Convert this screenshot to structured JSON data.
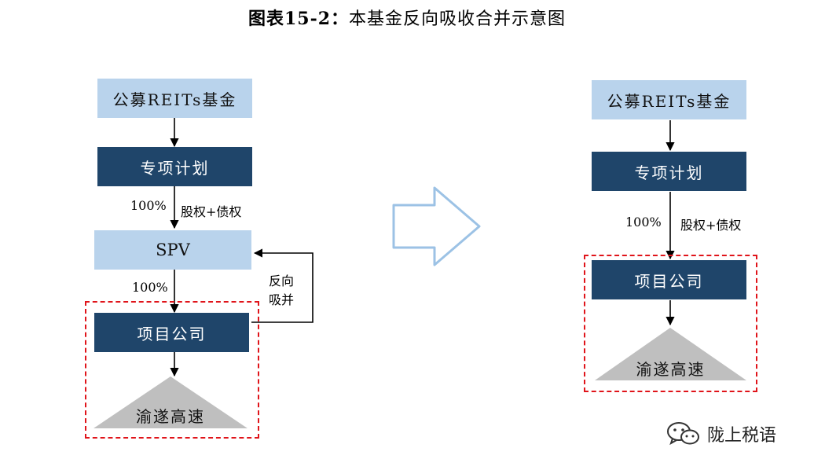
{
  "title": {
    "prefix": "图表15-2：",
    "text": "本基金反向吸收合并示意图"
  },
  "left": {
    "fund": "公募REITs基金",
    "plan": "专项计划",
    "pct1": "100%",
    "equity_debt": "股权+债权",
    "spv": "SPV",
    "pct2": "100%",
    "project": "项目公司",
    "asset": "渝遂高速",
    "reverse_line1": "反向",
    "reverse_line2": "吸并"
  },
  "right": {
    "fund": "公募REITs基金",
    "plan": "专项计划",
    "pct1": "100%",
    "equity_debt": "股权+债权",
    "project": "项目公司",
    "asset": "渝遂高速"
  },
  "watermark": {
    "text": "陇上税语",
    "icon": "wechat-icon"
  },
  "colors": {
    "light_box": "#b9d3ec",
    "dark_box": "#1f456a",
    "triangle": "#bfbfbf",
    "dashed_border": "#e0141a",
    "arrow_outline": "#9cc2e5"
  }
}
